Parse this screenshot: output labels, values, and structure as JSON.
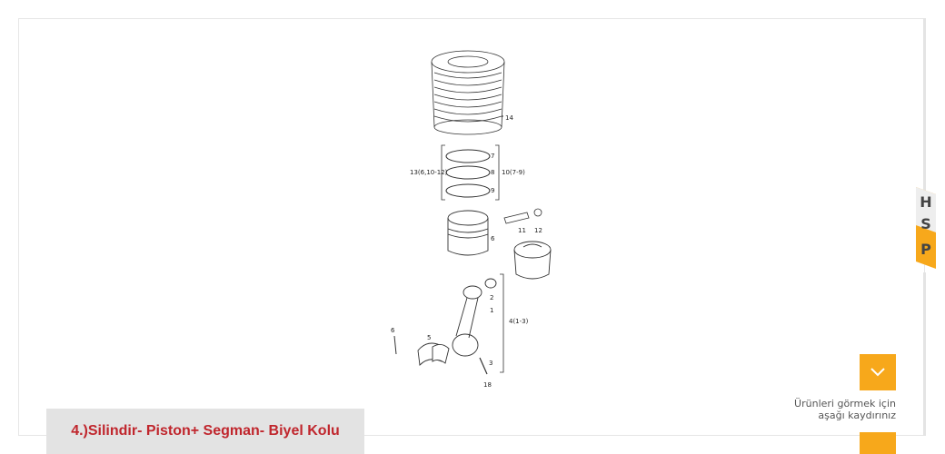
{
  "caption": {
    "title": "4.)Silindir- Piston+ Segman- Biyel Kolu"
  },
  "scroll": {
    "hint_line1": "Ürünleri görmek için",
    "hint_line2": "aşağı kaydırınız",
    "icon": "chevron-down-icon"
  },
  "badge": {
    "letters": [
      "H",
      "S",
      "P"
    ]
  },
  "diagram": {
    "labels": {
      "l14": "14",
      "l7": "7",
      "l8": "8",
      "l9": "9",
      "l13": "13(6,10-12)",
      "l10": "10(7-9)",
      "l6": "6",
      "l11": "11",
      "l12": "12",
      "l2": "2",
      "l1": "1",
      "l4": "4(1-3)",
      "l6b": "6",
      "l5": "5",
      "l3": "3",
      "l18": "18"
    }
  },
  "colors": {
    "accent": "#f7a81b",
    "caption_text": "#c0262d",
    "caption_bg": "#e3e3e3"
  }
}
